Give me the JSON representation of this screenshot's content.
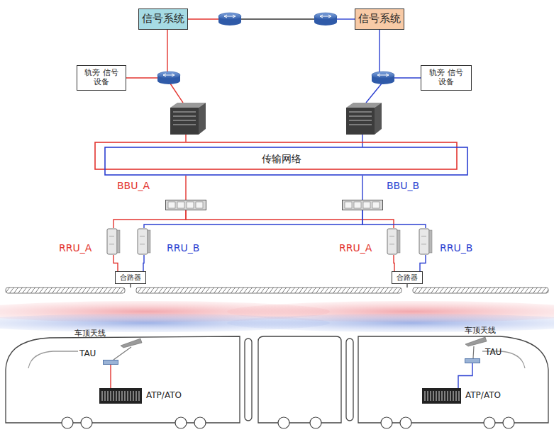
{
  "diagram": {
    "nodes": [
      {
        "text": [
          "信号系统"
        ]
      },
      {
        "text": [
          "信号系统"
        ]
      },
      {
        "text": [
          "轨旁 信号设备"
        ]
      },
      {
        "text": [
          "轨旁 信号设备"
        ]
      },
      {
        "text": [
          "传输网络"
        ]
      },
      {
        "text": [
          "BBU_A"
        ]
      },
      {
        "text": [
          "BBU_B"
        ]
      },
      {
        "text": [
          "RRU_A"
        ]
      },
      {
        "text": [
          "RRU_B"
        ]
      },
      {
        "text": [
          "RRU_A"
        ]
      },
      {
        "text": [
          "RRU_B"
        ]
      },
      {
        "text": [
          "合路器"
        ]
      },
      {
        "text": [
          "合路器"
        ]
      },
      {
        "text": [
          "TAU"
        ]
      },
      {
        "text": [
          "ATP/ATO"
        ]
      },
      {
        "text": [
          "TAU"
        ]
      },
      {
        "text": [
          "ATP/ATO"
        ]
      }
    ],
    "edges": [
      {
        "from": 4,
        "to": 5,
        "arrow": "none"
      },
      {
        "from": 4,
        "to": 6,
        "arrow": "none"
      },
      {
        "from": 5,
        "to": 7,
        "arrow": "none"
      },
      {
        "from": 5,
        "to": 9,
        "arrow": "none"
      },
      {
        "from": 6,
        "to": 8,
        "arrow": "none"
      },
      {
        "from": 6,
        "to": 10,
        "arrow": "none"
      },
      {
        "from": 7,
        "to": 11,
        "arrow": "none"
      },
      {
        "from": 8,
        "to": 11,
        "arrow": "none"
      },
      {
        "from": 9,
        "to": 12,
        "arrow": "none"
      },
      {
        "from": 10,
        "to": 12,
        "arrow": "none"
      },
      {
        "from": 13,
        "to": 14,
        "arrow": "none"
      },
      {
        "from": 15,
        "to": 16,
        "arrow": "none"
      }
    ],
    "labels": [
      "车顶天线",
      "车顶天线"
    ]
  }
}
